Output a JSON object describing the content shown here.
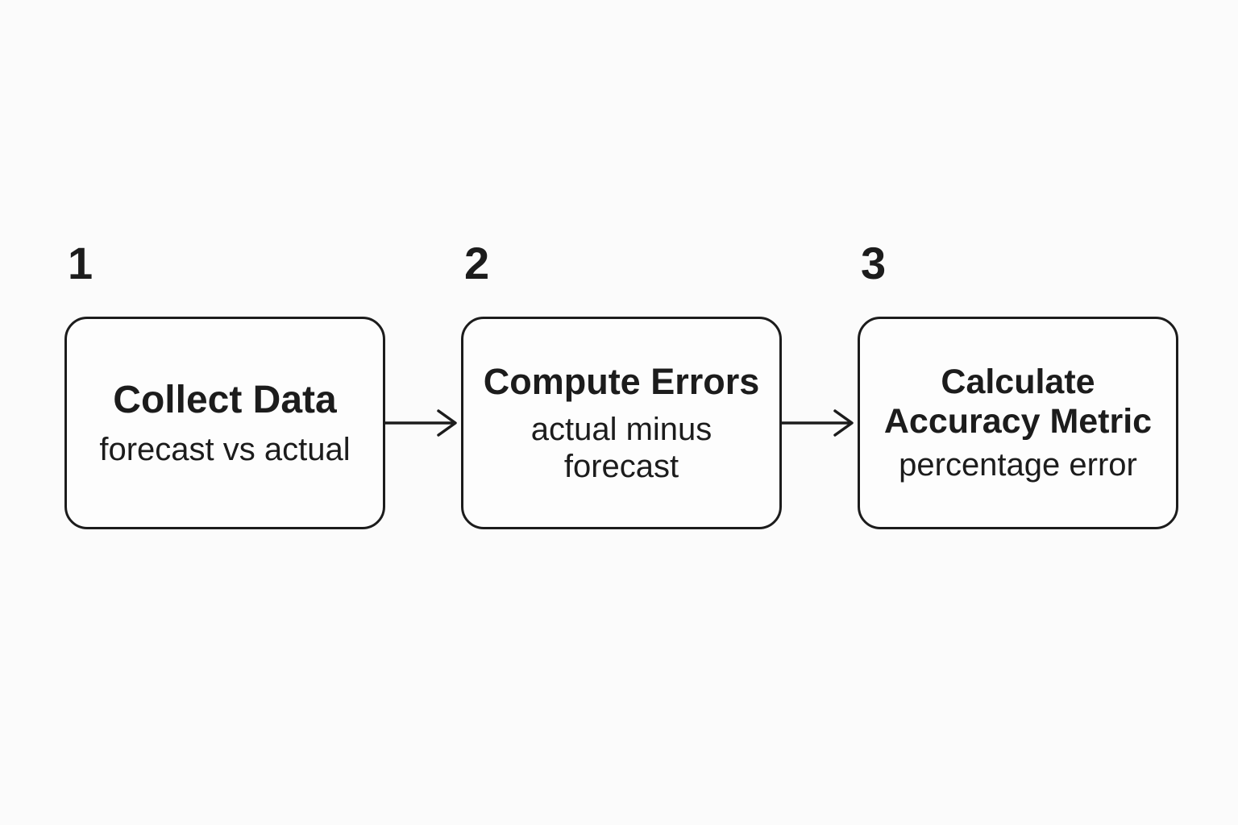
{
  "diagram": {
    "steps": [
      {
        "number": "1",
        "title": "Collect Data",
        "subtitle": "forecast vs actual"
      },
      {
        "number": "2",
        "title": "Compute Errors",
        "subtitle": "actual minus forecast"
      },
      {
        "number": "3",
        "title": "Calculate Accuracy Metric",
        "subtitle": "percentage error"
      }
    ],
    "colors": {
      "background": "#fbfbfb",
      "box_fill": "#fdfdfd",
      "ink": "#1c1c1c"
    }
  }
}
